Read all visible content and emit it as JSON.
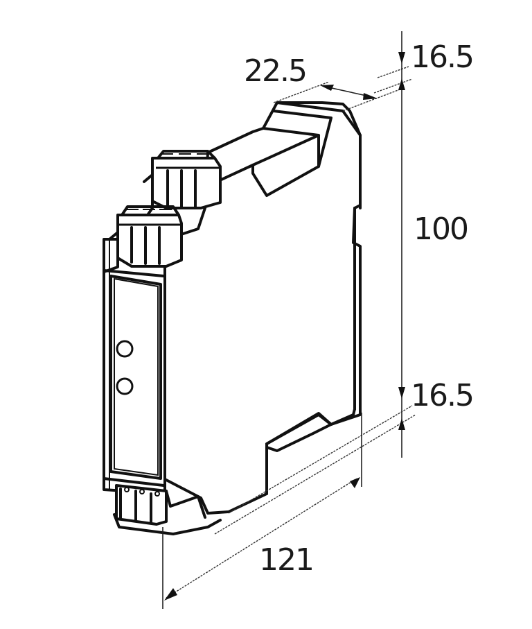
{
  "drawing": {
    "subject": "DIN-rail module housing, isometric view with dimensions",
    "line_color": "#111111",
    "background": "#ffffff"
  },
  "dimensions": {
    "width": "22.5",
    "top_offset": "16.5",
    "height": "100",
    "bottom_offset": "16.5",
    "depth": "121"
  },
  "features": {
    "terminal_blocks_top": 2,
    "terminal_blocks_bottom": 1,
    "front_indicators": 2
  }
}
